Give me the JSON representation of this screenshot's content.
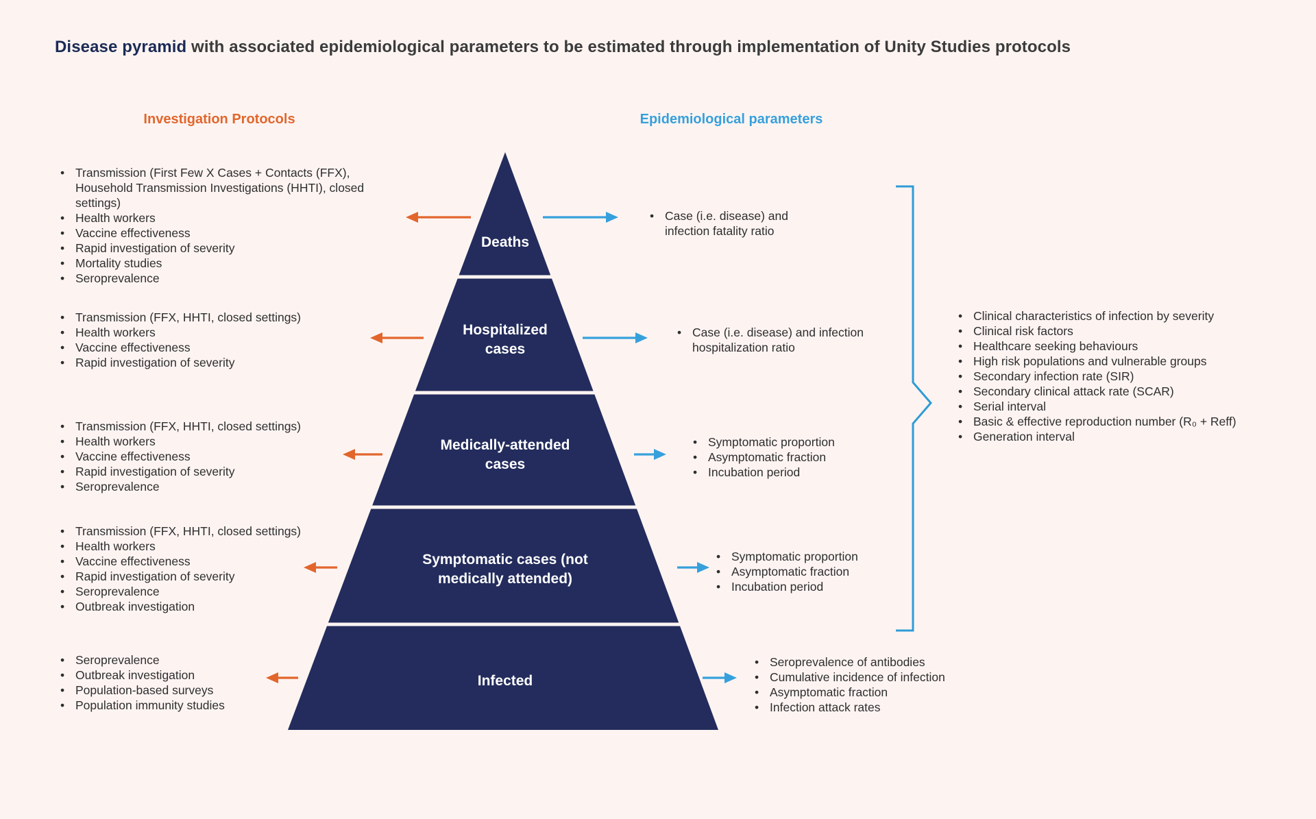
{
  "title": {
    "highlight": "Disease pyramid",
    "rest": " with associated epidemiological parameters to be estimated through implementation of Unity Studies protocols"
  },
  "columns": {
    "investigation_protocols": {
      "header": "Investigation Protocols",
      "color": "#E2662C"
    },
    "epidemiological_parameters": {
      "header": "Epidemiological parameters",
      "color": "#36A0DC"
    }
  },
  "pyramid": {
    "fill": "#232C5C",
    "levels": [
      {
        "label": "Deaths",
        "investigation_protocols": [
          "Transmission (First Few X Cases + Contacts (FFX), Household Transmission Investigations (HHTI), closed settings)",
          "Health workers",
          "Vaccine effectiveness",
          "Rapid investigation of severity",
          "Mortality studies",
          "Seroprevalence"
        ],
        "epidemiological_parameters": [
          "Case (i.e. disease) and infection fatality ratio"
        ]
      },
      {
        "label": "Hospitalized cases",
        "investigation_protocols": [
          "Transmission (FFX, HHTI, closed settings)",
          "Health workers",
          "Vaccine effectiveness",
          "Rapid investigation of severity"
        ],
        "epidemiological_parameters": [
          "Case (i.e. disease) and infection hospitalization ratio"
        ]
      },
      {
        "label": "Medically-attended cases",
        "investigation_protocols": [
          "Transmission (FFX, HHTI, closed settings)",
          "Health workers",
          "Vaccine effectiveness",
          "Rapid investigation of severity",
          "Seroprevalence"
        ],
        "epidemiological_parameters": [
          "Symptomatic proportion",
          "Asymptomatic fraction",
          "Incubation period"
        ]
      },
      {
        "label": "Symptomatic cases (not medically attended)",
        "investigation_protocols": [
          "Transmission (FFX, HHTI, closed settings)",
          "Health workers",
          "Vaccine effectiveness",
          "Rapid investigation of severity",
          "Seroprevalence",
          "Outbreak investigation"
        ],
        "epidemiological_parameters": [
          "Symptomatic proportion",
          "Asymptomatic fraction",
          "Incubation period"
        ]
      },
      {
        "label": "Infected",
        "investigation_protocols": [
          "Seroprevalence",
          "Outbreak investigation",
          "Population-based surveys",
          "Population immunity studies"
        ],
        "epidemiological_parameters": [
          "Seroprevalence of antibodies",
          "Cumulative incidence of infection",
          "Asymptomatic fraction",
          "Infection attack rates"
        ]
      }
    ]
  },
  "summary_parameters": {
    "items": [
      "Clinical characteristics of infection by severity",
      "Clinical risk factors",
      "Healthcare seeking behaviours",
      "High risk populations and vulnerable groups",
      "Secondary infection rate (SIR)",
      "Secondary clinical attack rate (SCAR)",
      "Serial interval",
      "Basic & effective reproduction number (R₀ + Reff)",
      "Generation interval"
    ]
  },
  "colors": {
    "background": "#FDF4F2",
    "pyramid_fill": "#232C5C",
    "orange_arrow": "#E2662C",
    "blue_arrow": "#36A0DC",
    "brace_blue": "#2E9BD6",
    "title_highlight": "#1B2A56",
    "body_text": "#2E2E2E"
  }
}
